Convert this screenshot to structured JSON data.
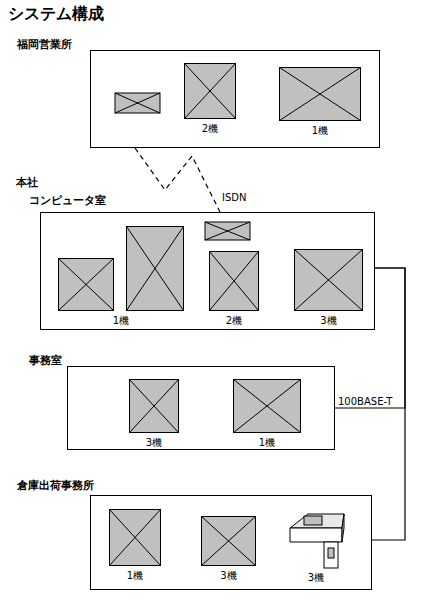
{
  "diagram": {
    "title": "システム構成",
    "nodes": [
      {
        "text": [
          "福岡営業所"
        ]
      },
      {
        "text": [
          "2機"
        ],
        "in": 0
      },
      {
        "text": [
          "1機"
        ],
        "in": 0
      },
      {
        "text": [
          "コンピュータ室"
        ]
      },
      {
        "text": [
          "1機"
        ],
        "in": 3
      },
      {
        "text": [
          "2機"
        ],
        "in": 3
      },
      {
        "text": [
          "3機"
        ],
        "in": 3
      },
      {
        "text": [
          "事務室"
        ]
      },
      {
        "text": [
          "3機"
        ],
        "in": 7
      },
      {
        "text": [
          "1機"
        ],
        "in": 7
      },
      {
        "text": [
          "倉庫出荷事務所"
        ]
      },
      {
        "text": [
          "1機"
        ],
        "in": 10
      },
      {
        "text": [
          "3機"
        ],
        "in": 10
      },
      {
        "text": [
          "3機"
        ],
        "in": 10
      }
    ],
    "edges": [
      {
        "from": 0,
        "to": 3,
        "arrow": "none",
        "label": "ISDN"
      },
      {
        "from": 3,
        "to": 7,
        "arrow": "none",
        "label": "100BASE-T"
      },
      {
        "from": 3,
        "to": 10,
        "arrow": "none"
      }
    ],
    "labels": [
      "本社"
    ]
  }
}
